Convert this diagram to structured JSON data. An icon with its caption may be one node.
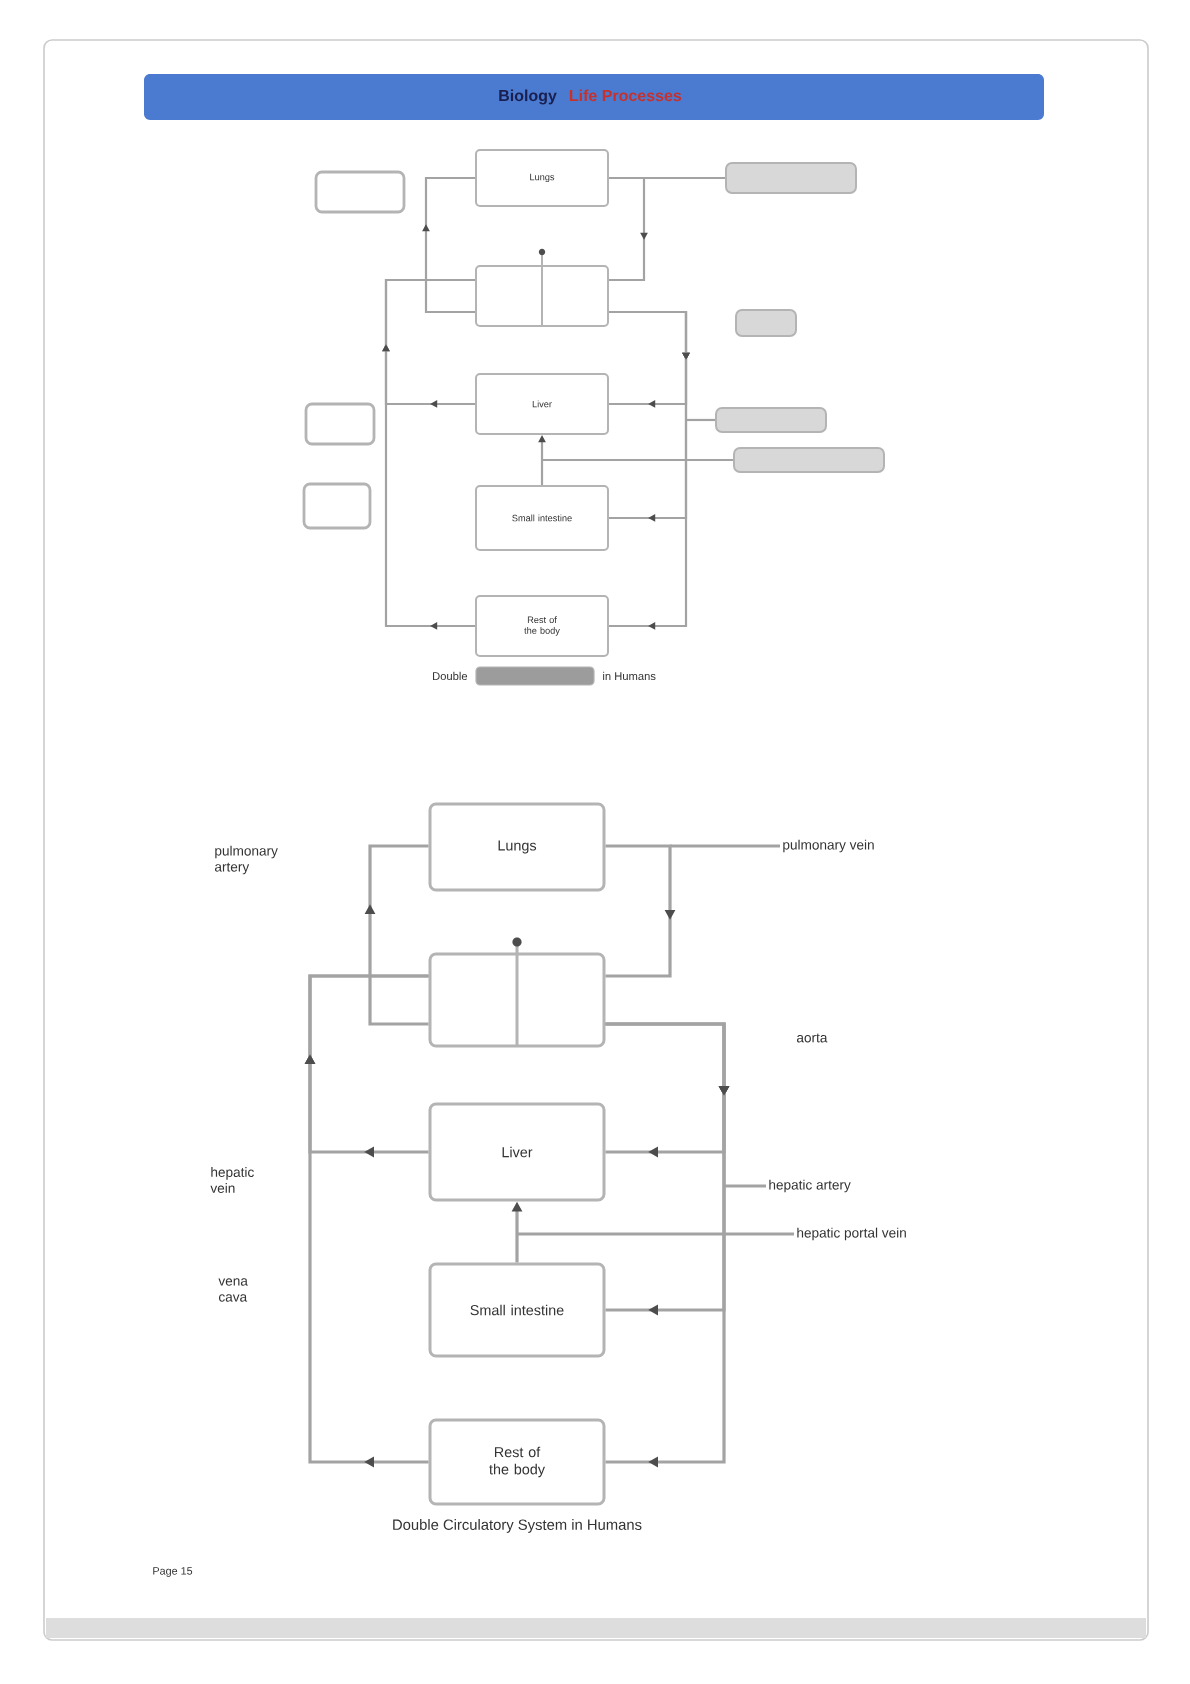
{
  "diagram": {
    "title": "Life Processes",
    "caption": "Double Circulatory System in Humans",
    "nodes": [
      {
        "text": [
          "Lungs"
        ]
      },
      {
        "text": [],
        "shape": "box"
      },
      {
        "text": [
          "Liver"
        ]
      },
      {
        "text": [
          "Small intestine"
        ]
      },
      {
        "text": [
          "Rest of the body"
        ]
      },
      {
        "text": [],
        "shape": "box"
      },
      {
        "text": [],
        "shape": "box"
      },
      {
        "text": [],
        "shape": "box"
      },
      {
        "text": [],
        "shape": "box"
      },
      {
        "text": [],
        "shape": "box"
      },
      {
        "text": [],
        "shape": "box"
      },
      {
        "text": [],
        "shape": "box"
      },
      {
        "text": [
          "Lungs"
        ]
      },
      {
        "text": [],
        "shape": "box"
      },
      {
        "text": [
          "Liver"
        ]
      },
      {
        "text": [
          "Small intestine"
        ]
      },
      {
        "text": [
          "Rest of the body"
        ]
      },
      {
        "text": [
          "pulmonary vein"
        ]
      },
      {
        "text": [
          "hepatic artery"
        ]
      },
      {
        "text": [
          "hepatic portal vein"
        ]
      }
    ],
    "edges": [
      {
        "from": 1,
        "to": 0,
        "arrow": "to"
      },
      {
        "from": 0,
        "to": 1,
        "arrow": "to"
      },
      {
        "from": 1,
        "to": 2,
        "arrow": "to"
      },
      {
        "from": 1,
        "to": 3,
        "arrow": "to"
      },
      {
        "from": 1,
        "to": 4,
        "arrow": "to"
      },
      {
        "from": 2,
        "to": 1,
        "arrow": "to"
      },
      {
        "from": 4,
        "to": 1,
        "arrow": "to"
      },
      {
        "from": 3,
        "to": 2,
        "arrow": "to"
      },
      {
        "from": 6,
        "to": null,
        "arrow": "none"
      },
      {
        "from": 9,
        "to": null,
        "arrow": "none"
      },
      {
        "from": 10,
        "to": null,
        "arrow": "none"
      },
      {
        "from": 13,
        "to": 12,
        "arrow": "to"
      },
      {
        "from": 12,
        "to": 13,
        "arrow": "to"
      },
      {
        "from": 13,
        "to": 14,
        "arrow": "to"
      },
      {
        "from": 13,
        "to": 15,
        "arrow": "to"
      },
      {
        "from": 13,
        "to": 16,
        "arrow": "to"
      },
      {
        "from": 14,
        "to": 13,
        "arrow": "to"
      },
      {
        "from": 16,
        "to": 13,
        "arrow": "to"
      },
      {
        "from": 15,
        "to": 14,
        "arrow": "to"
      },
      {
        "from": 17,
        "to": null,
        "arrow": "none"
      },
      {
        "from": 18,
        "to": null,
        "arrow": "none"
      },
      {
        "from": 19,
        "to": null,
        "arrow": "none"
      }
    ],
    "labels": [
      "Biology",
      "Double",
      "in Humans",
      "pulmonary artery",
      "aorta",
      "hepatic vein",
      "vena cava",
      "Page 15"
    ]
  }
}
